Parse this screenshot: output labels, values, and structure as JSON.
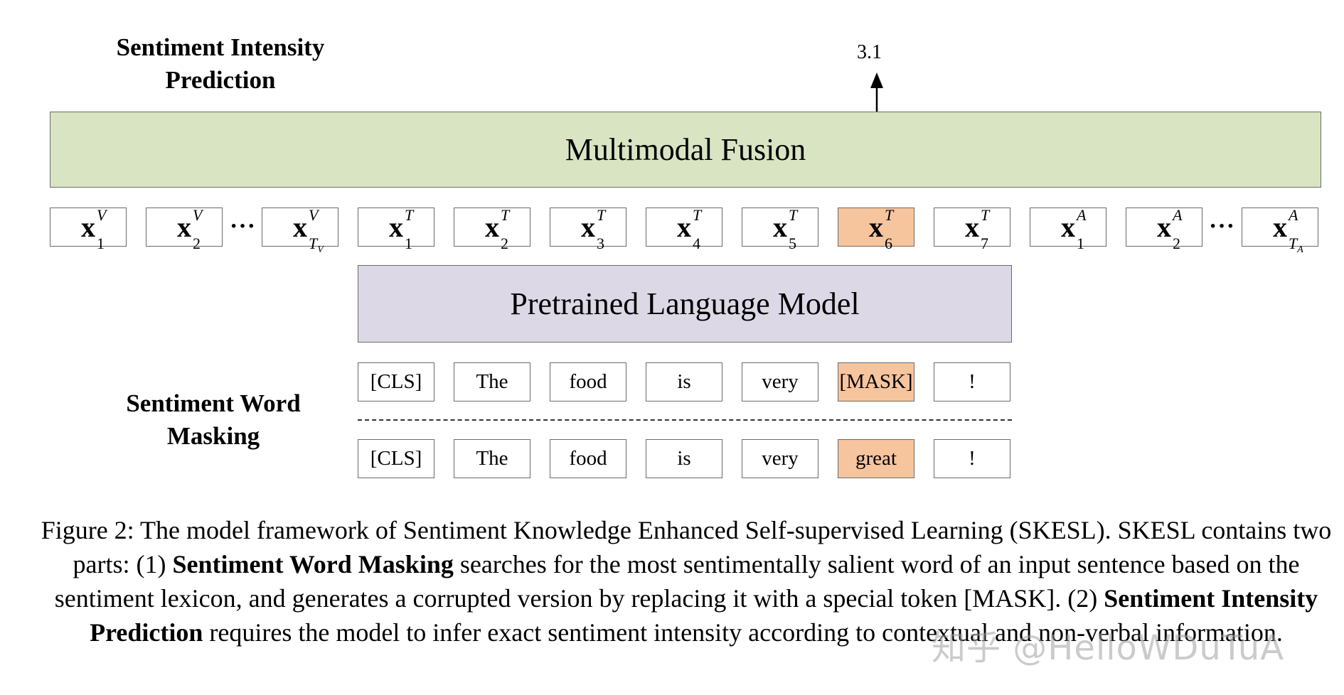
{
  "labels": {
    "intensity_line1": "Sentiment Intensity",
    "intensity_line2": "Prediction",
    "masking_line1": "Sentiment Word",
    "masking_line2": "Masking",
    "score": "3.1",
    "fusion": "Multimodal Fusion",
    "plm": "Pretrained Language Model",
    "dots": "···"
  },
  "tokens": [
    {
      "base": "x",
      "sup": "V",
      "sub": "1"
    },
    {
      "base": "x",
      "sup": "V",
      "sub": "2"
    },
    {
      "base": "x",
      "sup": "V",
      "sub": "T",
      "subsub": "V"
    },
    {
      "base": "x",
      "sup": "T",
      "sub": "1"
    },
    {
      "base": "x",
      "sup": "T",
      "sub": "2"
    },
    {
      "base": "x",
      "sup": "T",
      "sub": "3"
    },
    {
      "base": "x",
      "sup": "T",
      "sub": "4"
    },
    {
      "base": "x",
      "sup": "T",
      "sub": "5"
    },
    {
      "base": "x",
      "sup": "T",
      "sub": "6"
    },
    {
      "base": "x",
      "sup": "T",
      "sub": "7"
    },
    {
      "base": "x",
      "sup": "A",
      "sub": "1"
    },
    {
      "base": "x",
      "sup": "A",
      "sub": "2"
    },
    {
      "base": "x",
      "sup": "A",
      "sub": "T",
      "subsub": "A"
    }
  ],
  "masked_sentence": [
    "[CLS]",
    "The",
    "food",
    "is",
    "very",
    "[MASK]",
    "!"
  ],
  "original_sentence": [
    "[CLS]",
    "The",
    "food",
    "is",
    "very",
    "great",
    "!"
  ],
  "caption": {
    "p1": "Figure 2: The model framework of Sentiment Knowledge Enhanced Self-supervised Learning (SKESL). SKESL contains two parts: (1) ",
    "b1": "Sentiment Word Masking",
    "p2": " searches for the most sentimentally salient word of an input sentence based on the sentiment lexicon, and generates a corrupted version by replacing it with a special token [MASK]. (2) ",
    "b2": "Sentiment Intensity Prediction",
    "p3": " requires the model to infer exact sentiment intensity according to contextual and non-verbal information."
  },
  "watermark": "知乎 @HelloWDuTuA",
  "colors": {
    "fusion_fill": "#d9e4c3",
    "plm_fill": "#dcd8e6",
    "highlight_fill": "#f6c49d"
  }
}
